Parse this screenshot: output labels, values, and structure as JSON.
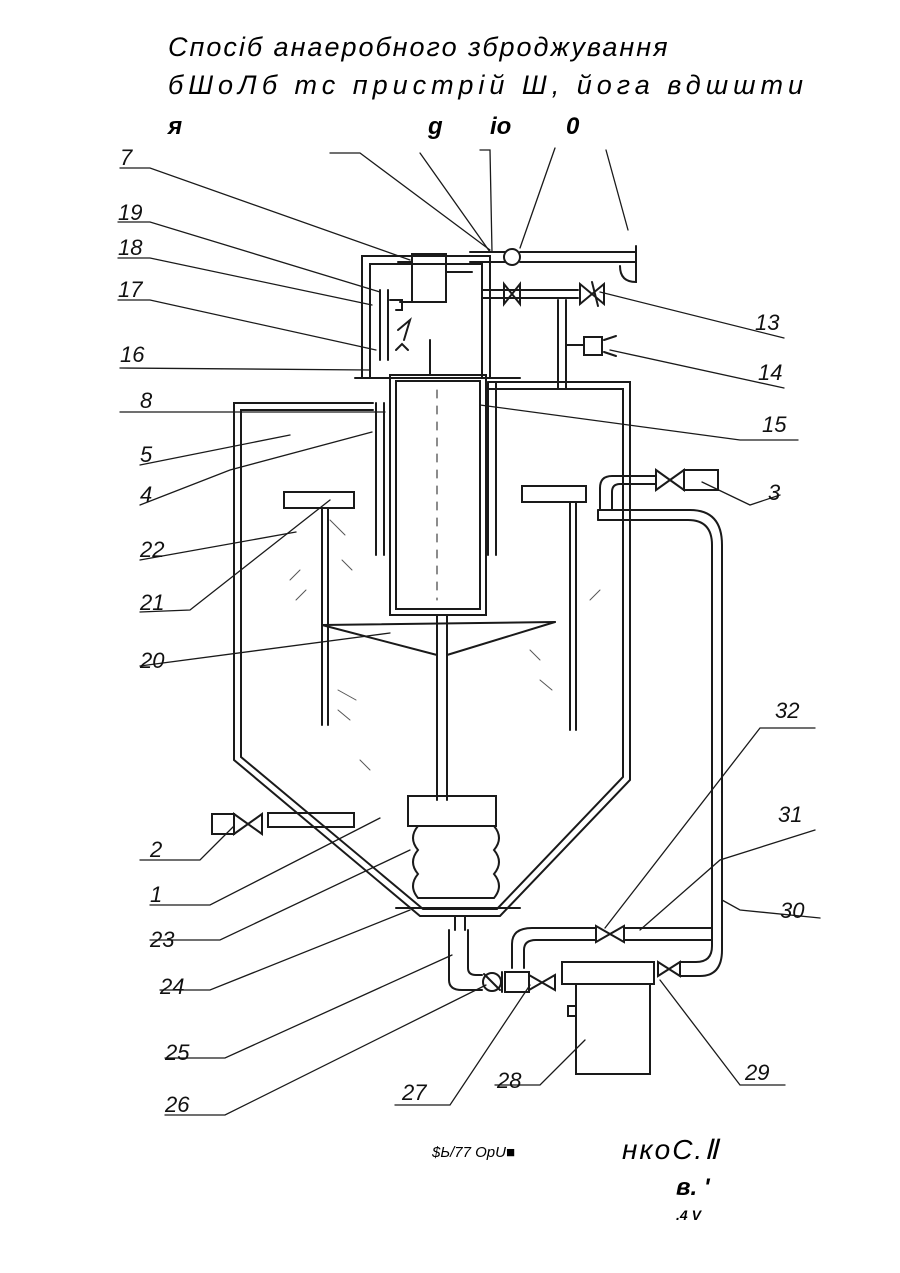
{
  "title": {
    "line1": "Спосіб  анаеробного   зброджування",
    "line2": "бШоЛб тс пристрій Ш, йога вдшшти",
    "line3": [
      "я",
      "g",
      "io",
      "0"
    ]
  },
  "callouts": {
    "c7": "7",
    "c19": "19",
    "c18": "18",
    "c17": "17",
    "c16": "16",
    "c8": "8",
    "c5": "5",
    "c4": "4",
    "c22": "22",
    "c21": "21",
    "c20": "20",
    "c2": "2",
    "c1": "1",
    "c23": "23",
    "c24": "24",
    "c25": "25",
    "c26": "26",
    "c27": "27",
    "c28": "28",
    "c29": "29",
    "c30": "30",
    "c31": "31",
    "c32": "32",
    "c3": "3",
    "c15": "15",
    "c14": "14",
    "c13": "13"
  },
  "footer": {
    "code": "$Ь/77 OpU■",
    "signature": "нкоС.Ⅱ",
    "mark1": "в. '",
    "mark2": ".4  V"
  }
}
